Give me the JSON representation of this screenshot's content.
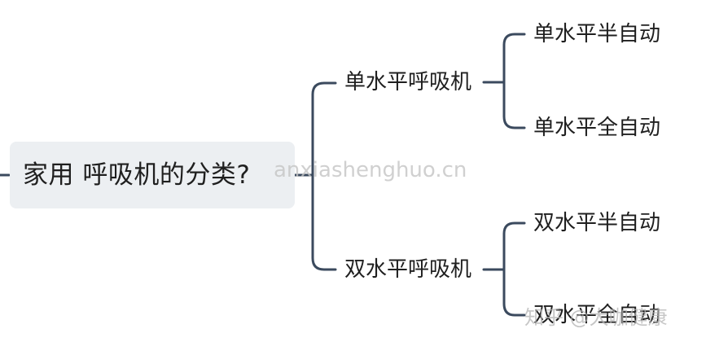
{
  "root": {
    "label": "家用 呼吸机的分类?"
  },
  "branches": [
    {
      "label": "单水平呼吸机",
      "children": [
        "单水平半自动",
        "单水平全自动"
      ]
    },
    {
      "label": "双水平呼吸机",
      "children": [
        "双水平半自动",
        "双水平全自动"
      ]
    }
  ],
  "watermarks": {
    "url": "anxiashenghuo.cn",
    "zhihu": "知乎 @大咖健康"
  },
  "colors": {
    "connector": "#3b4a5e",
    "root_fill": "#eceff2",
    "text": "#1f1f1f"
  }
}
